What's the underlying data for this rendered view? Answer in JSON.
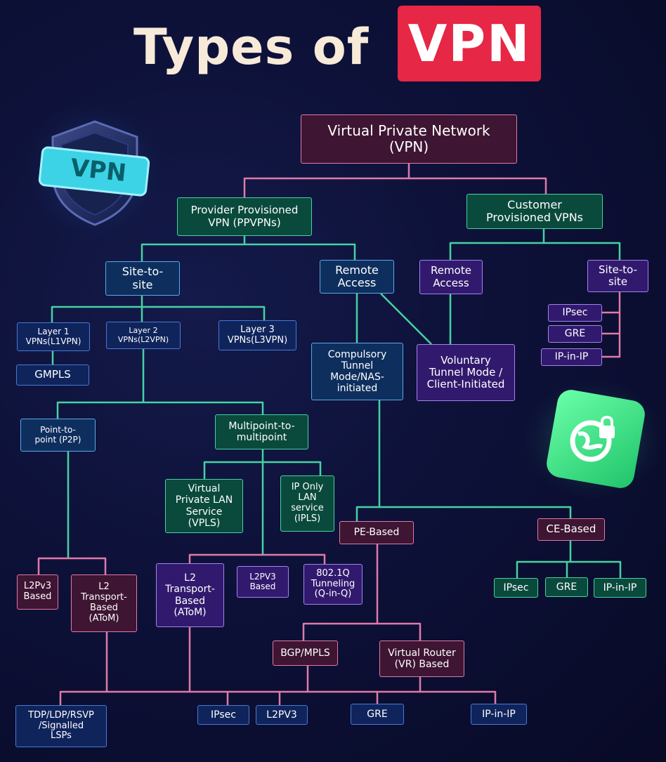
{
  "header": {
    "title": "Types of",
    "badge": "VPN"
  },
  "colors": {
    "teal": "#46d2a2",
    "blue": "#5aa8e8",
    "pink": "#e07aa8",
    "purple": "#a382f0",
    "navy": "#4878d6",
    "badge": "#e62745"
  },
  "icons": {
    "shield": "vpn-shield-icon",
    "globe": "globe-lock-icon"
  },
  "decor": {
    "shield_label": "VPN"
  },
  "nodes": {
    "vpn": "Virtual Private Network\n(VPN)",
    "ppvpn": "Provider Provisioned\nVPN (PPVPNs)",
    "cpvpn": "Customer\nProvisioned VPNs",
    "s2s": "Site-to-\nsite",
    "remote": "Remote\nAccess",
    "c_remote": "Remote\nAccess",
    "c_s2s": "Site-to-\nsite",
    "c_ipsec": "IPsec",
    "c_gre": "GRE",
    "c_ipinip": "IP-in-IP",
    "l1": "Layer 1\nVPNs(L1VPN)",
    "l2": "Layer 2\nVPNs(L2VPN)",
    "l3": "Layer 3\nVPNs(L3VPN)",
    "gmpls": "GMPLS",
    "compulsory": "Compulsory\nTunnel\nMode/NAS-\ninitiated",
    "voluntary": "Voluntary\nTunnel Mode /\nClient-Initiated",
    "p2p": "Point-to-\npoint (P2P)",
    "mp2mp": "Multipoint-to-\nmultipoint",
    "vpls": "Virtual\nPrivate LAN\nService\n(VPLS)",
    "ipls": "IP Only\nLAN\nservice\n(IPLS)",
    "pe": "PE-Based",
    "ce": "CE-Based",
    "l2pv3a": "L2Pv3\nBased",
    "l2tb1": "L2\nTransport-\nBased\n(AToM)",
    "l2tb2": "L2\nTransport-\nBased\n(AToM)",
    "l2pv3b": "L2PV3\nBased",
    "dot1q": "802.1Q\nTunneling\n(Q-in-Q)",
    "ce_ipsec": "IPsec",
    "ce_gre": "GRE",
    "ce_ipinip": "IP-in-IP",
    "bgp": "BGP/MPLS",
    "vr": "Virtual Router\n(VR) Based",
    "tdp": "TDP/LDP/RSVP\n/Signalled\nLSPs",
    "b_ipsec": "IPsec",
    "b_l2pv3": "L2PV3",
    "b_gre": "GRE",
    "b_ipinip": "IP-in-IP"
  }
}
